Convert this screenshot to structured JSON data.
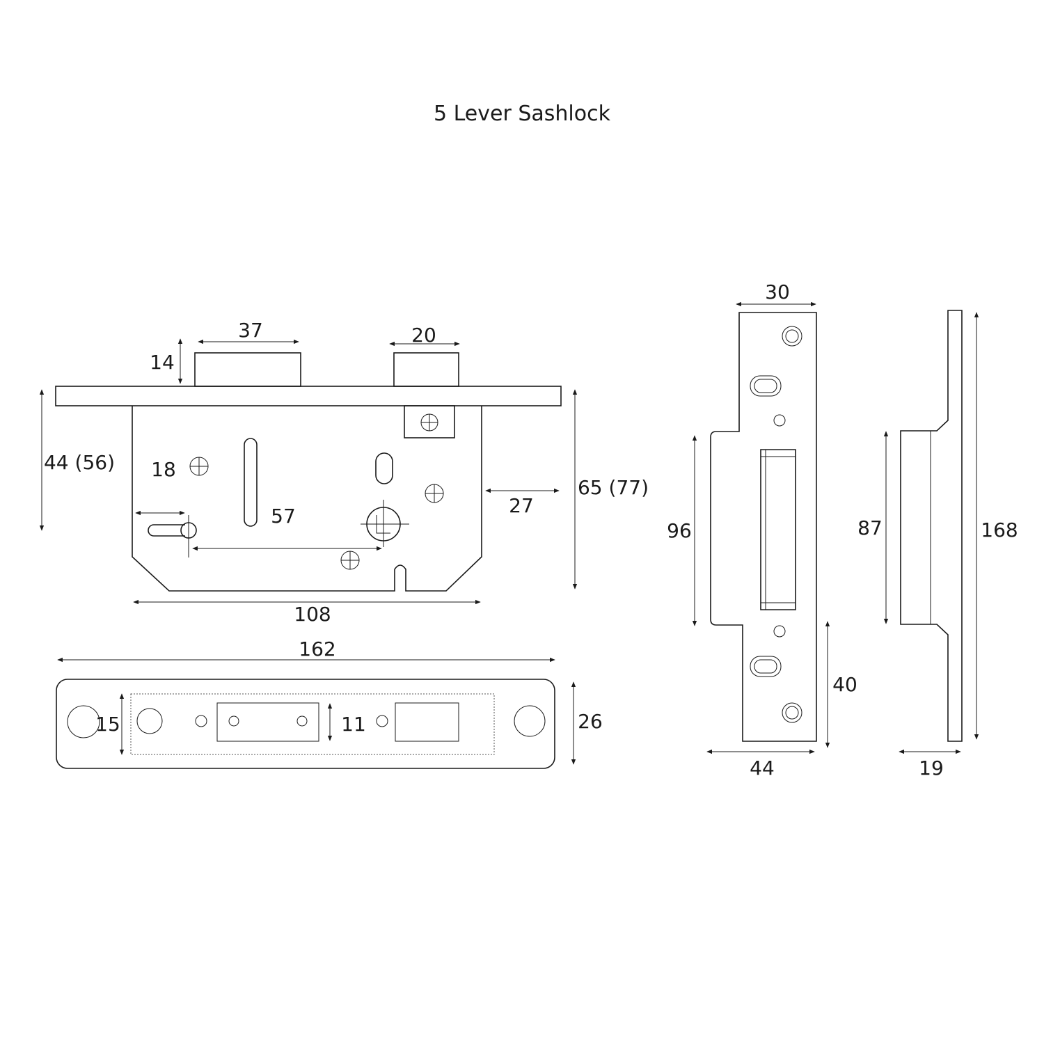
{
  "title": "5 Lever Sashlock",
  "dimensions": {
    "bolt_width": "37",
    "latch_width": "20",
    "bolt_throw": "14",
    "backset": "44 (56)",
    "spindle_gap": "18",
    "centres": "57",
    "body_depth": "27",
    "overall_depth": "65 (77)",
    "case_height": "108",
    "forend_length": "162",
    "forend_inner_width": "15",
    "latch_hole_width": "11",
    "forend_width": "26",
    "strike_top_width": "30",
    "strike_box_height": "96",
    "strike_lower_offset": "40",
    "strike_width": "44",
    "side_box_height": "87",
    "strike_length": "168",
    "side_projection": "19"
  },
  "colors": {
    "line": "#1a1a1a",
    "background": "#ffffff"
  }
}
